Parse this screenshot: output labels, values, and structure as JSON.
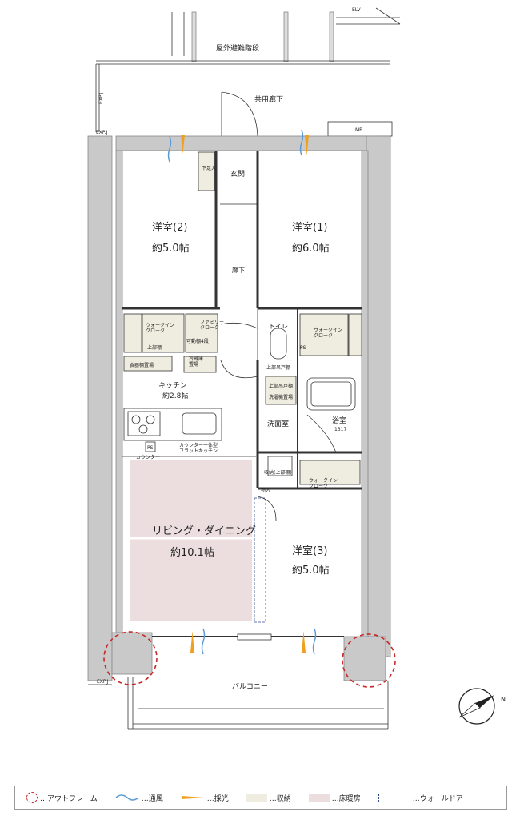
{
  "labels": {
    "elv": "ELV",
    "outdoor_stairs": "屋外避難階段",
    "common_corridor": "共用廊下",
    "exp_j_top": "EXP.J",
    "exp_j_mid": "EXP.J",
    "exp_j_bottom": "EXP.J",
    "mb": "MB",
    "entrance": "玄関",
    "shoe_storage": "下足入",
    "hallway": "廊下",
    "toilet": "トイレ",
    "walkin_closet_1": "ウォークイン\nクローク",
    "walkin_closet_2": "ウォークイン\nクローク",
    "walkin_closet_3": "ウォークイン\nクローク",
    "upper_shelf": "上部棚",
    "family_closet": "ファミリー\nクローク",
    "movable_shelves": "可動棚4段",
    "fridge_space": "冷蔵庫\n置場",
    "dish_cabinet": "食器棚置場",
    "kitchen_name": "キッチン",
    "kitchen_size": "約2.8帖",
    "counter_kitchen": "カウンター一体型\nフラットキッチン",
    "counter": "カウンター",
    "ps1": "PS",
    "ps2": "PS",
    "upper_cabinet": "上部吊戸棚",
    "upper_cabinet_2": "上部吊戸棚",
    "washer_space": "洗濯機置場",
    "linen": "収納(上部棚)",
    "washroom": "洗面室",
    "bath_name": "浴室",
    "bath_size": "1317",
    "storage_in": "物入",
    "room2_name": "洋室(2)",
    "room2_size": "約5.0帖",
    "room1_name": "洋室(1)",
    "room1_size": "約6.0帖",
    "room3_name": "洋室(3)",
    "room3_size": "約5.0帖",
    "ld_name": "リビング・ダイニング",
    "ld_size": "約10.1帖",
    "balcony": "バルコニー",
    "north": "N"
  },
  "legend": [
    {
      "icon": "outframe-circle-icon",
      "label": "…アウトフレーム"
    },
    {
      "icon": "ventilation-wave-icon",
      "label": "…通風"
    },
    {
      "icon": "daylight-arrow-icon",
      "label": "…採光"
    },
    {
      "icon": "storage-swatch-icon",
      "label": "…収納"
    },
    {
      "icon": "floor-heating-swatch-icon",
      "label": "…床暖房"
    },
    {
      "icon": "wall-door-swatch-icon",
      "label": "…ウォールドア"
    }
  ],
  "colors": {
    "storage": "#efede0",
    "floor_heating": "#ecdedf",
    "outframe": "#c62828",
    "ventilation": "#5b9bd5",
    "daylight": "#f0a020",
    "wall_door": "#2e4a8c",
    "wall": "#c9c9c9"
  }
}
